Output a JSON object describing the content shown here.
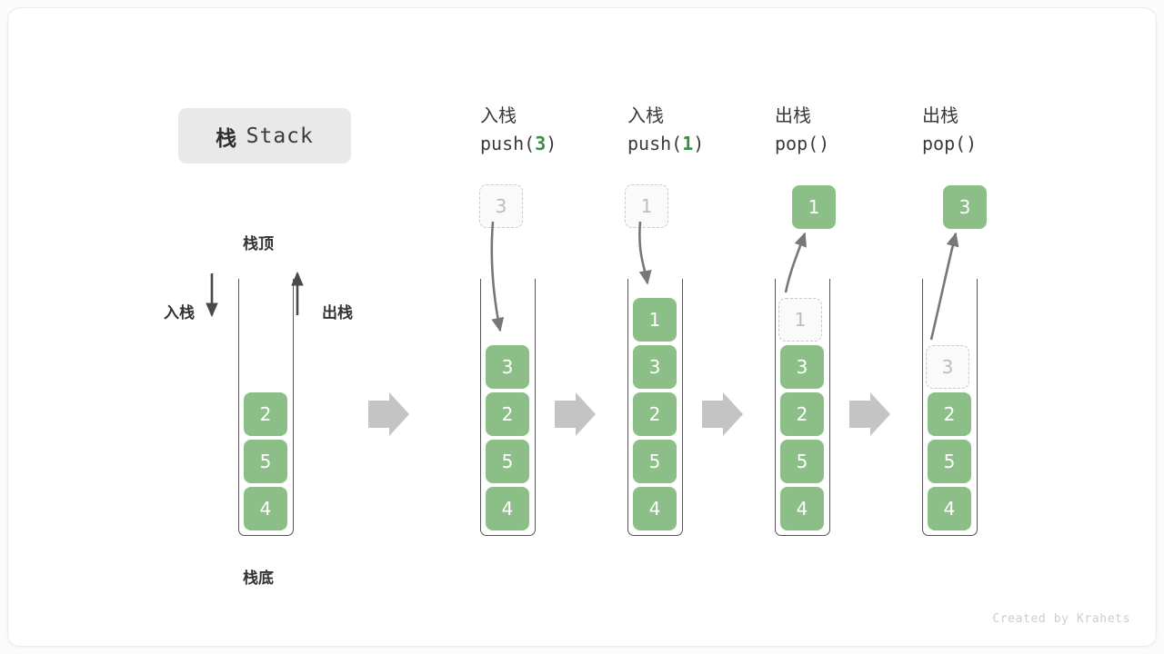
{
  "title": {
    "cn": "栈",
    "en": "Stack"
  },
  "labels": {
    "top": "栈顶",
    "bottom": "栈底",
    "push_side": "入栈",
    "pop_side": "出栈"
  },
  "watermark": "Created by Krahets",
  "colors": {
    "item_fill": "#8cbf88",
    "item_text": "#ffffff",
    "ghost_border": "#c9c9c9",
    "ghost_text": "#bdbdbd",
    "accent_green": "#3c8d42",
    "arrow_gray": "#777777",
    "step_arrow": "#c4c4c4",
    "container_stroke": "#555555",
    "badge_bg": "#e9e9e9",
    "card_bg": "#ffffff",
    "page_bg": "#fbfbfb"
  },
  "columns": [
    {
      "id": "initial",
      "head_line1": "",
      "head_line2": "",
      "head_arg": "",
      "items": [
        "2",
        "5",
        "4"
      ],
      "ghost": null,
      "floating": null
    },
    {
      "id": "push-3",
      "head_line1": "入栈",
      "head_line2_prefix": "push(",
      "head_arg": "3",
      "head_line2_suffix": ")",
      "items": [
        "3",
        "2",
        "5",
        "4"
      ],
      "ghost": {
        "value": "3",
        "position": "above"
      },
      "floating": null
    },
    {
      "id": "push-1",
      "head_line1": "入栈",
      "head_line2_prefix": "push(",
      "head_arg": "1",
      "head_line2_suffix": ")",
      "items": [
        "1",
        "3",
        "2",
        "5",
        "4"
      ],
      "ghost": {
        "value": "1",
        "position": "above"
      },
      "floating": null
    },
    {
      "id": "pop-1",
      "head_line1": "出栈",
      "head_line2_prefix": "pop(",
      "head_arg": "",
      "head_line2_suffix": ")",
      "items": [
        "3",
        "2",
        "5",
        "4"
      ],
      "ghost": {
        "value": "1",
        "position": "in-stack-top"
      },
      "floating": {
        "value": "1"
      }
    },
    {
      "id": "pop-2",
      "head_line1": "出栈",
      "head_line2_prefix": "pop(",
      "head_arg": "",
      "head_line2_suffix": ")",
      "items": [
        "2",
        "5",
        "4"
      ],
      "ghost": {
        "value": "3",
        "position": "in-stack-top"
      },
      "floating": {
        "value": "3"
      }
    }
  ],
  "step_arrow_count": 4
}
